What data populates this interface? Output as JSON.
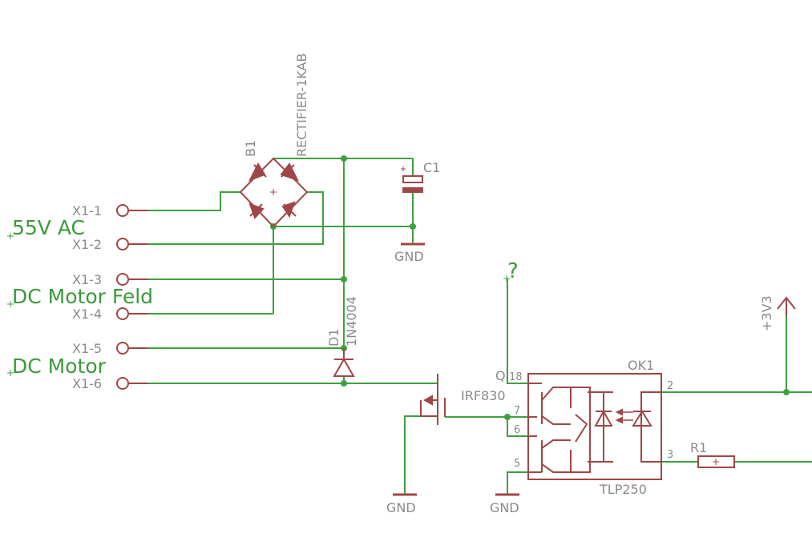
{
  "connector_pins": [
    "X1-1",
    "X1-2",
    "X1-3",
    "X1-4",
    "X1-5",
    "X1-6"
  ],
  "net_labels": {
    "ac": "55V AC",
    "field": "DC Motor Feld",
    "motor": "DC Motor",
    "unknown": "?"
  },
  "components": {
    "bridge": {
      "name": "B1",
      "value": "RECTIFIER-1KAB"
    },
    "capacitor": {
      "name": "C1"
    },
    "diode": {
      "name": "D1",
      "value": "1N4004"
    },
    "mosfet": {
      "value": "IRF830",
      "pin_label": "Q"
    },
    "optocoupler": {
      "name": "OK1",
      "value": "TLP250",
      "pins": [
        "18",
        "7",
        "6",
        "5",
        "2",
        "3"
      ]
    },
    "resistor": {
      "name": "R1"
    }
  },
  "supplies": {
    "gnd": "GND",
    "vcc": "+3V3"
  },
  "colors": {
    "wire": "#3fa03f",
    "part": "#a04646",
    "text": "#8a8a8a",
    "net_text": "#3a9a3a"
  }
}
